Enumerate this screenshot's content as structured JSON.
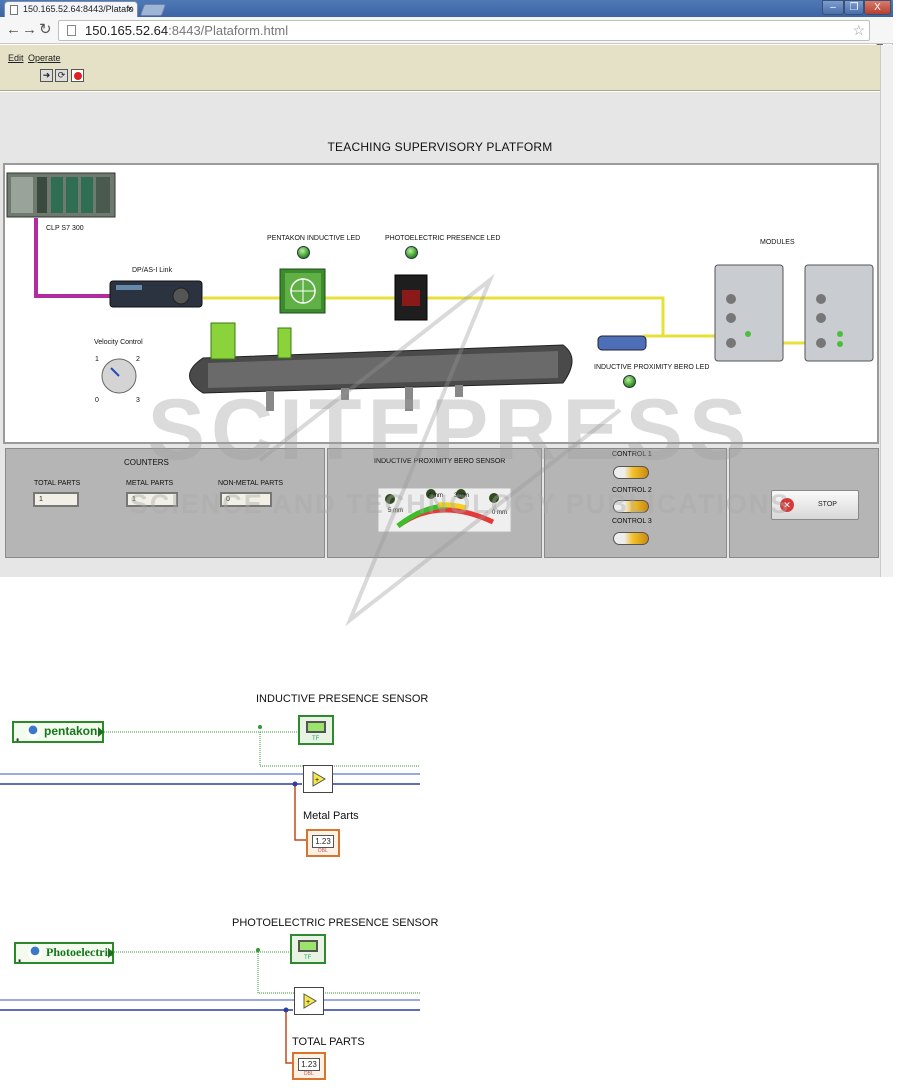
{
  "browser": {
    "tab_title": "150.165.52.64:8443/Platafo",
    "tab_close": "×",
    "url_host": "150.165.52.64",
    "url_rest": ":8443/Plataform.html",
    "window_buttons": [
      "–",
      "❐",
      "X"
    ]
  },
  "menu": {
    "edit": "Edit",
    "operate": "Operate"
  },
  "panel": {
    "title": "TEACHING SUPERVISORY PLATFORM",
    "labels": {
      "clp": "CLP S7 300",
      "dp_link": "DP/AS-I Link",
      "pentakon_led": "PENTAKON INDUCTIVE LED",
      "photoelectric_led": "PHOTOELECTRIC PRESENCE LED",
      "modules": "MODULES",
      "velocity": "Velocity Control",
      "bero_led": "INDUCTIVE PROXIMITY BERO LED"
    },
    "knob_ticks": [
      "1",
      "2",
      "0",
      "3"
    ],
    "counters": {
      "title": "COUNTERS",
      "total_label": "TOTAL PARTS",
      "total_value": "1",
      "metal_label": "METAL PARTS",
      "metal_value": "1",
      "nonmetal_label": "NON-METAL PARTS",
      "nonmetal_value": "0"
    },
    "bero_sensor": {
      "title": "INDUCTIVE PROXIMITY BERO SENSOR",
      "ticks": [
        "5 mm",
        "4 mm",
        "3 mm",
        "0 mm"
      ]
    },
    "controls": [
      "CONTROL 1",
      "CONTROL 2",
      "CONTROL 3"
    ],
    "stop_label": "STOP"
  },
  "watermark": {
    "main": "SCITEPRESS",
    "sub": "SCIENCE AND TECHNOLOGY PUBLICATIONS"
  },
  "diagrams": [
    {
      "title": "INDUCTIVE PRESENCE SENSOR",
      "variable": "pentakon",
      "indicator_label": "Metal Parts"
    },
    {
      "title": "PHOTOELECTRIC PRESENCE SENSOR",
      "variable": "Photoelectric",
      "indicator_label": "TOTAL PARTS"
    }
  ],
  "indicator_value": "1.23",
  "colors": {
    "wire_green": "#2f9a2f",
    "wire_blue": "#2b3fa0",
    "wire_orange": "#c24a1c",
    "cable_yellow": "#e8e03a",
    "cable_magenta": "#b02ca0"
  }
}
